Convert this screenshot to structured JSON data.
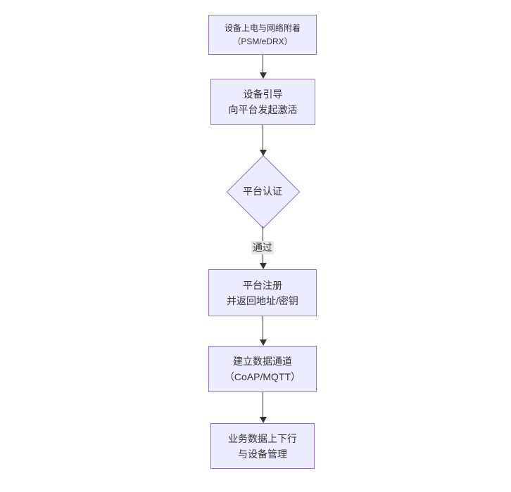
{
  "diagram": {
    "type": "flowchart",
    "direction": "top-down",
    "colors": {
      "node_fill": "#ECECFF",
      "node_border": "#9370DB",
      "arrow_color": "#333333",
      "text_color": "#333333",
      "edge_label_bg": "#e8e8e8",
      "background": "#ffffff"
    },
    "nodes": [
      {
        "id": "power",
        "shape": "rect",
        "lines": [
          "设备上电与网络附着",
          "（PSM/eDRX）"
        ]
      },
      {
        "id": "boot",
        "shape": "rect",
        "lines": [
          "设备引导",
          "向平台发起激活"
        ]
      },
      {
        "id": "auth",
        "shape": "diamond",
        "lines": [
          "平台认证"
        ]
      },
      {
        "id": "register",
        "shape": "rect",
        "lines": [
          "平台注册",
          "并返回地址/密钥"
        ]
      },
      {
        "id": "channel",
        "shape": "rect",
        "lines": [
          "建立数据通道",
          "（CoAP/MQTT）"
        ]
      },
      {
        "id": "business",
        "shape": "rect",
        "lines": [
          "业务数据上下行",
          "与设备管理"
        ]
      }
    ],
    "edges": [
      {
        "from": "power",
        "to": "boot",
        "label": ""
      },
      {
        "from": "boot",
        "to": "auth",
        "label": ""
      },
      {
        "from": "auth",
        "to": "register",
        "label": "通过"
      },
      {
        "from": "register",
        "to": "channel",
        "label": ""
      },
      {
        "from": "channel",
        "to": "business",
        "label": ""
      }
    ]
  }
}
